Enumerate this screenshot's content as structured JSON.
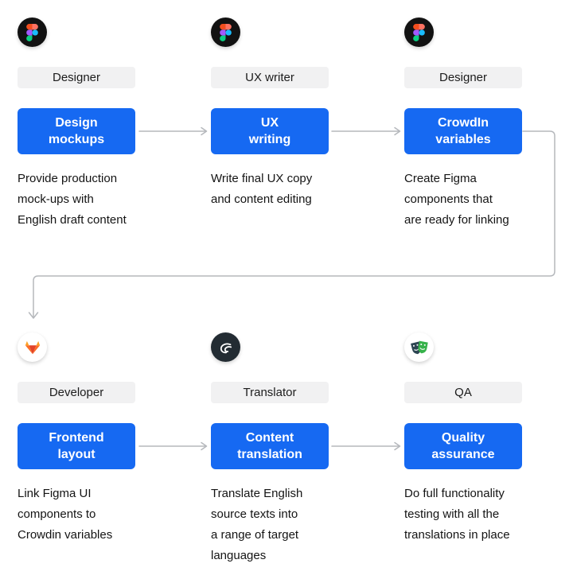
{
  "colors": {
    "accent_blue": "#1669F2",
    "badge_background": "#F1F1F2",
    "arrow_gray": "#B5B8BC",
    "figma_black_circle": "#121212",
    "crowdin_circle": "#232C33"
  },
  "stages": [
    {
      "icon": "figma-icon",
      "role": "Designer",
      "action": "Design mockups",
      "action_lines": [
        "Design",
        "mockups"
      ],
      "description": "Provide production mock-ups with English draft content",
      "description_lines": [
        "Provide production",
        "mock-ups with",
        "English draft content"
      ]
    },
    {
      "icon": "figma-icon",
      "role": "UX writer",
      "action": "UX writing",
      "action_lines": [
        "UX",
        "writing"
      ],
      "description": "Write final UX copy and content editing",
      "description_lines": [
        "Write final UX copy",
        "and content editing"
      ]
    },
    {
      "icon": "figma-icon",
      "role": "Designer",
      "action": "CrowdIn variables",
      "action_lines": [
        "CrowdIn",
        "variables"
      ],
      "description": "Create Figma components that are ready for linking",
      "description_lines": [
        "Create Figma",
        "components that",
        "are ready for linking"
      ]
    },
    {
      "icon": "gitlab-icon",
      "role": "Developer",
      "action": "Frontend layout",
      "action_lines": [
        "Frontend",
        "layout"
      ],
      "description": "Link Figma UI components to Crowdin variables",
      "description_lines": [
        "Link Figma UI",
        "components to",
        "Crowdin variables"
      ]
    },
    {
      "icon": "crowdin-icon",
      "role": "Translator",
      "action": "Content translation",
      "action_lines": [
        "Content",
        "translation"
      ],
      "description": "Translate English source texts into a range of target languages",
      "description_lines": [
        "Translate English",
        "source texts into",
        "a range of target",
        "languages"
      ]
    },
    {
      "icon": "playwright-icon",
      "role": "QA",
      "action": "Quality assurance",
      "action_lines": [
        "Quality",
        "assurance"
      ],
      "description": "Do full functionality testing with all the translations in place",
      "description_lines": [
        "Do full functionality",
        "testing with all the",
        "translations in place"
      ]
    }
  ]
}
